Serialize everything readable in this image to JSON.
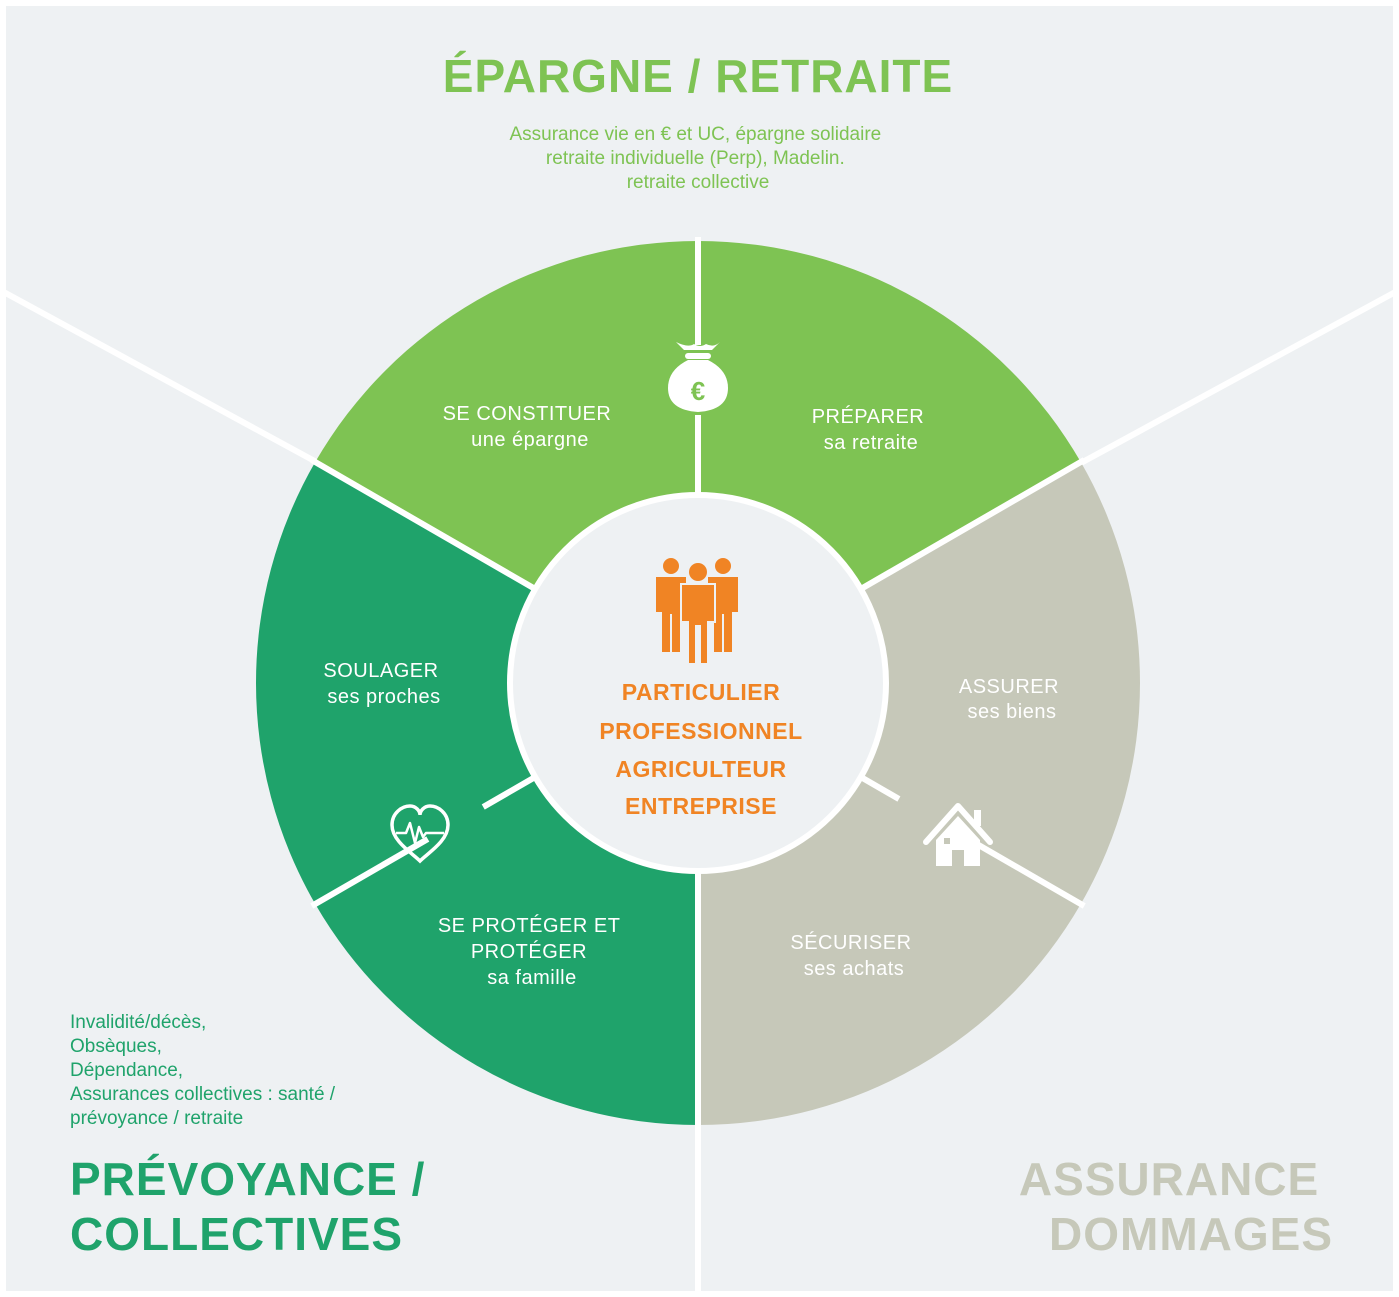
{
  "colors": {
    "background": "#eef1f3",
    "divider": "#ffffff",
    "epargne": "#7ec353",
    "prevoyance": "#1fa36b",
    "dommages": "#c6c8b9",
    "center_fill": "#eef1f3",
    "center_text": "#f08424"
  },
  "categories": {
    "epargne": {
      "title": "ÉPARGNE / RETRAITE",
      "description": [
        "Assurance vie en € et UC, épargne solidaire",
        "retraite individuelle (Perp), Madelin.",
        "retraite collective"
      ]
    },
    "prevoyance": {
      "title_lines": [
        "PRÉVOYANCE /",
        "COLLECTIVES"
      ],
      "description": [
        "Invalidité/décès,",
        "Obsèques,",
        "Dépendance,",
        "Assurances collectives : santé /",
        "prévoyance / retraite"
      ]
    },
    "dommages": {
      "title_lines": [
        "ASSURANCE",
        "DOMMAGES"
      ]
    }
  },
  "segments": {
    "constituer": [
      "SE CONSTITUER",
      "une épargne"
    ],
    "preparer": [
      "PRÉPARER",
      "sa retraite"
    ],
    "soulager": [
      "SOULAGER",
      "ses proches"
    ],
    "proteger": [
      "SE PROTÉGER ET",
      "PROTÉGER",
      "sa famille"
    ],
    "assurer": [
      "ASSURER",
      "ses biens"
    ],
    "securiser": [
      "SÉCURISER",
      "ses achats"
    ]
  },
  "center": {
    "lines": [
      "PARTICULIER",
      "PROFESSIONNEL",
      "AGRICULTEUR",
      "ENTREPRISE"
    ]
  },
  "icons": {
    "money_bag": "money-bag-euro-icon",
    "heart": "heart-pulse-icon",
    "house": "house-icon",
    "people": "business-people-icon"
  }
}
